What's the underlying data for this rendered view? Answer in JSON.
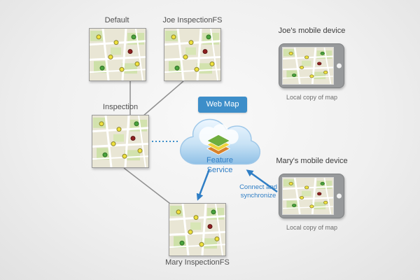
{
  "maps": {
    "default": {
      "label": "Default"
    },
    "joe_fs": {
      "label": "Joe InspectionFS"
    },
    "inspection": {
      "label": "Inspection"
    },
    "mary_fs": {
      "label": "Mary InspectionFS"
    }
  },
  "cloud": {
    "badge": "Web Map",
    "service_label": "Feature Service"
  },
  "devices": {
    "joe": {
      "title": "Joe's mobile device",
      "caption": "Local copy of map"
    },
    "mary": {
      "title": "Mary's mobile device",
      "caption": "Local copy of map"
    }
  },
  "annotations": {
    "sync": "Connect and synchronize"
  },
  "colors": {
    "accent_blue": "#2f7ec5",
    "badge_blue": "#3d8ec9",
    "connector_gray": "#8f8f8f",
    "map_background": "#e9e6d5",
    "marker_yellow": "#efe13c",
    "marker_green": "#49a33b",
    "marker_red": "#8e2020"
  }
}
